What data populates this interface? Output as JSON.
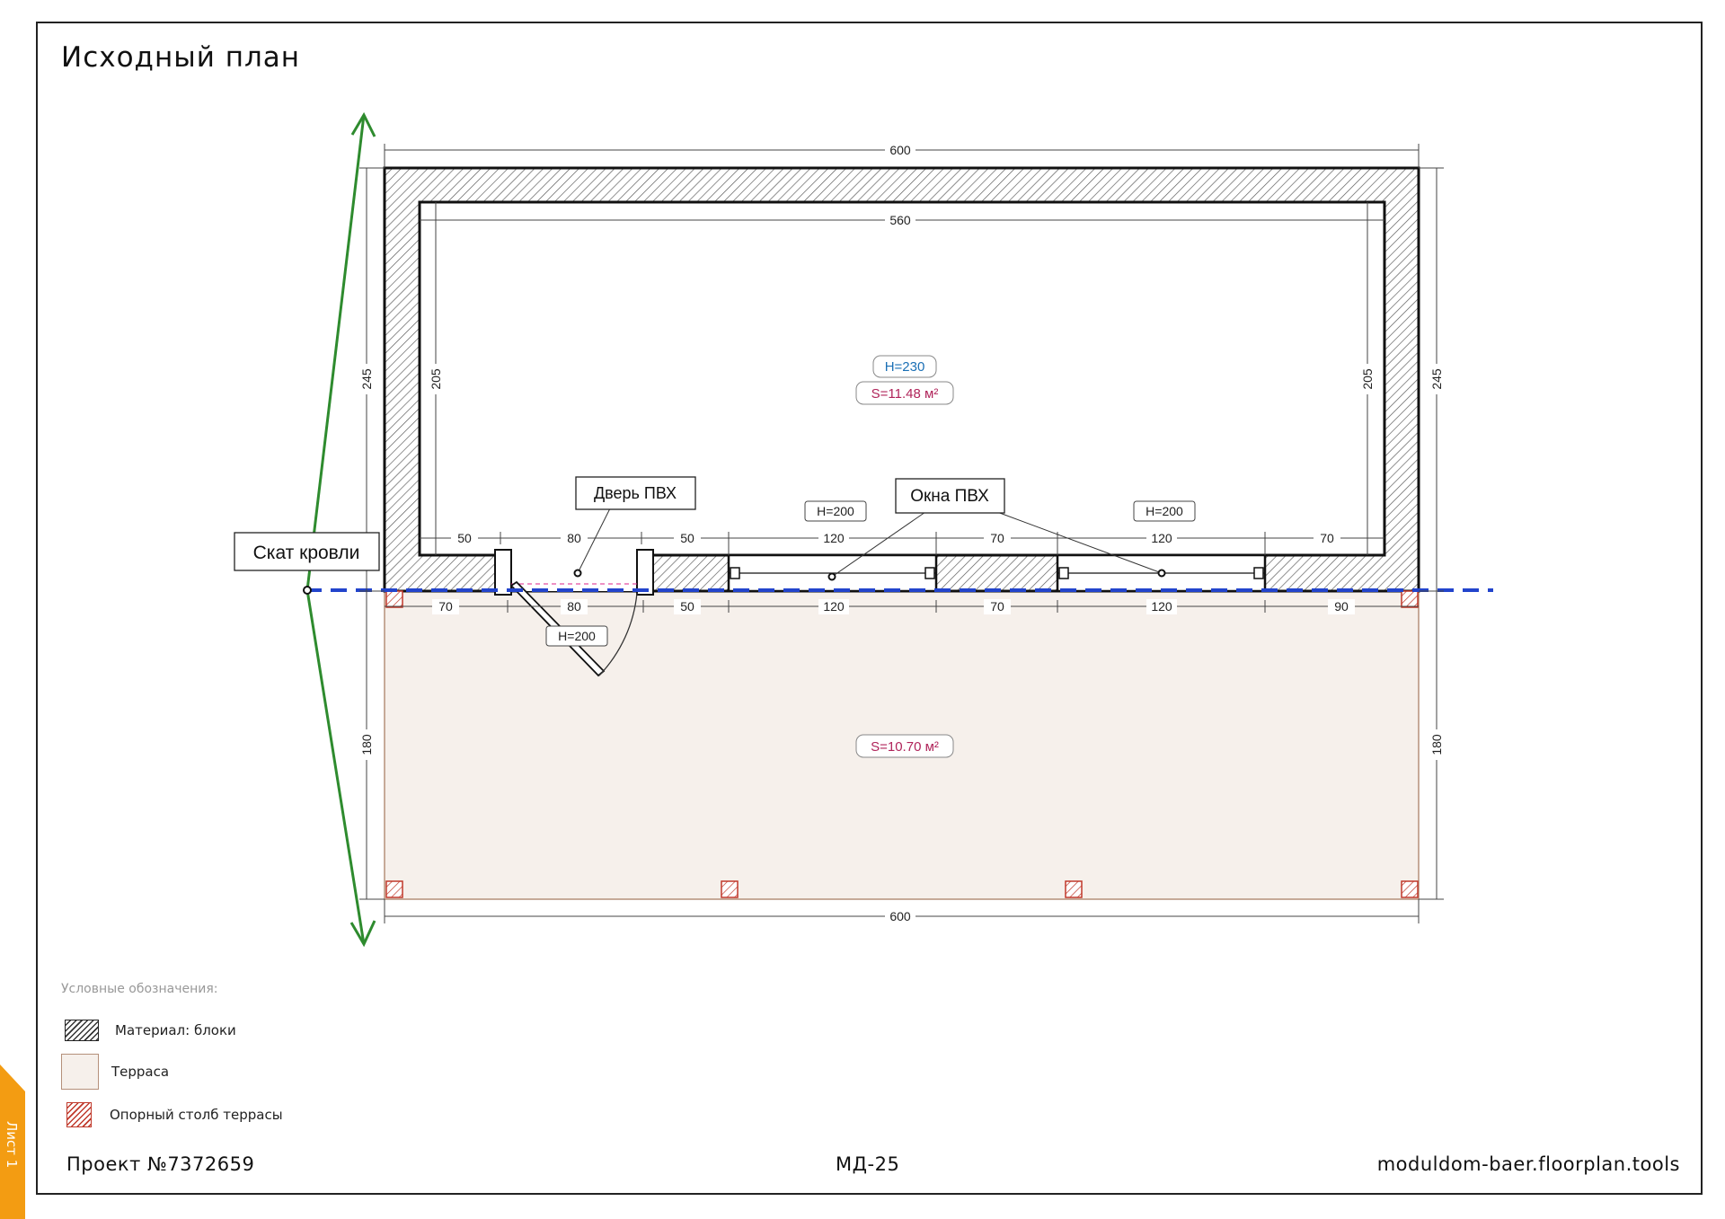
{
  "title": "Исходный план",
  "main_dims": {
    "top": "600",
    "bottom": "600",
    "inner_width": "560",
    "left_house": "245",
    "right_house": "245",
    "left_inner": "205",
    "right_inner": "205",
    "left_terrace": "180",
    "right_terrace": "180"
  },
  "inner_dims": [
    "50",
    "80",
    "50",
    "120",
    "70",
    "120",
    "70"
  ],
  "outer_dims": [
    "70",
    "80",
    "50",
    "120",
    "70",
    "120",
    "90"
  ],
  "room": {
    "height": "H=230",
    "area": "S=11.48 м²"
  },
  "terrace": {
    "area": "S=10.70 м²"
  },
  "callouts": {
    "door": "Дверь ПВХ",
    "windows": "Окна ПВХ",
    "roof": "Скат кровли"
  },
  "opening_heights": {
    "window1": "H=200",
    "window2": "H=200",
    "door": "H=200"
  },
  "legend": {
    "title": "Условные обозначения:",
    "blocks": "Материал: блоки",
    "terrace": "Терраса",
    "post": "Опорный столб террасы"
  },
  "footer": {
    "project": "Проект №7372659",
    "code": "МД-25",
    "site": "moduldom-baer.floorplan.tools"
  },
  "sheet_tab": "Лист 1",
  "colors": {
    "wall_hatch": "#333333",
    "terrace_fill": "#f6f0eb",
    "terrace_border": "#b5907a",
    "post": "#c0392b",
    "roof_arrow": "#2e8b2e",
    "roof_line": "#2244cc",
    "height_label": "#1a6fb5",
    "area_label": "#b0245a"
  }
}
